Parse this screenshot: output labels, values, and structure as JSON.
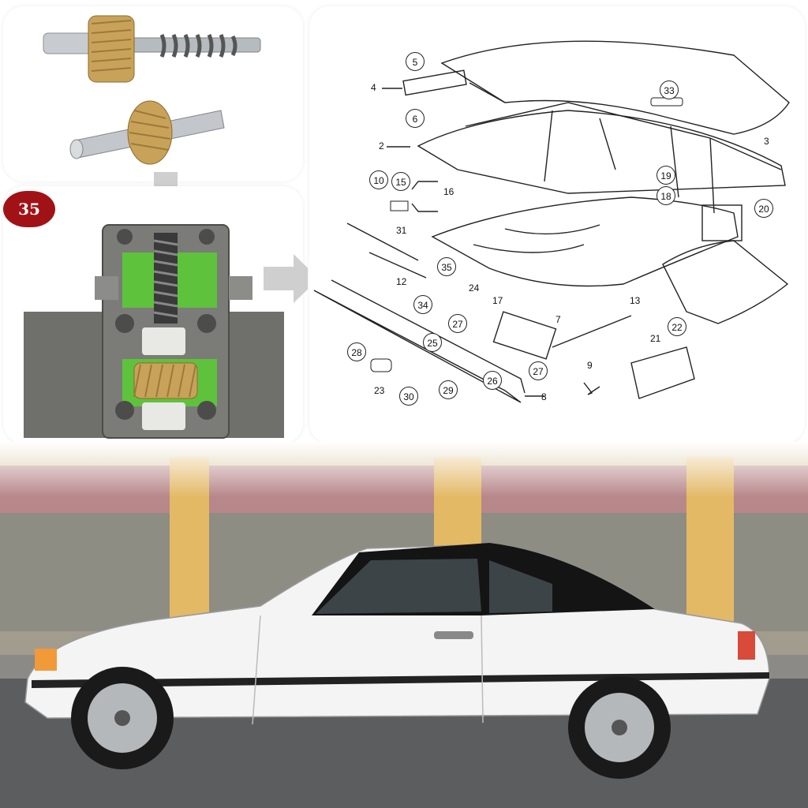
{
  "badge": {
    "label": "35"
  },
  "callouts_circled": [
    {
      "id": "c5",
      "label": "5"
    },
    {
      "id": "c6",
      "label": "6"
    },
    {
      "id": "c33",
      "label": "33"
    },
    {
      "id": "c10",
      "label": "10"
    },
    {
      "id": "c15",
      "label": "15"
    },
    {
      "id": "c19",
      "label": "19"
    },
    {
      "id": "c18",
      "label": "18"
    },
    {
      "id": "c20",
      "label": "20"
    },
    {
      "id": "c35",
      "label": "35"
    },
    {
      "id": "c34",
      "label": "34"
    },
    {
      "id": "c27a",
      "label": "27"
    },
    {
      "id": "c27b",
      "label": "27"
    },
    {
      "id": "c28",
      "label": "28"
    },
    {
      "id": "c25",
      "label": "25"
    },
    {
      "id": "c22",
      "label": "22"
    },
    {
      "id": "c30",
      "label": "30"
    },
    {
      "id": "c29",
      "label": "29"
    },
    {
      "id": "c26",
      "label": "26"
    }
  ],
  "callouts_plain": [
    {
      "id": "p4",
      "label": "4"
    },
    {
      "id": "p2",
      "label": "2"
    },
    {
      "id": "p3",
      "label": "3"
    },
    {
      "id": "p16",
      "label": "16"
    },
    {
      "id": "p31",
      "label": "31"
    },
    {
      "id": "p12",
      "label": "12"
    },
    {
      "id": "p24",
      "label": "24"
    },
    {
      "id": "p17",
      "label": "17"
    },
    {
      "id": "p13",
      "label": "13"
    },
    {
      "id": "p7",
      "label": "7"
    },
    {
      "id": "p21",
      "label": "21"
    },
    {
      "id": "p9",
      "label": "9"
    },
    {
      "id": "p23",
      "label": "23"
    },
    {
      "id": "p8",
      "label": "8"
    }
  ],
  "colors": {
    "badge_red": "#a11217",
    "gear_brass": "#c9a25a",
    "housing_green": "#5fc23c",
    "car_white": "#f4f4f4",
    "soft_top_black": "#141414",
    "awning_mauve": "#b8878a",
    "building_wall": "#d9c8a3"
  },
  "icons": {
    "down_arrow": "down-arrow-icon",
    "right_arrow": "right-arrow-icon"
  }
}
